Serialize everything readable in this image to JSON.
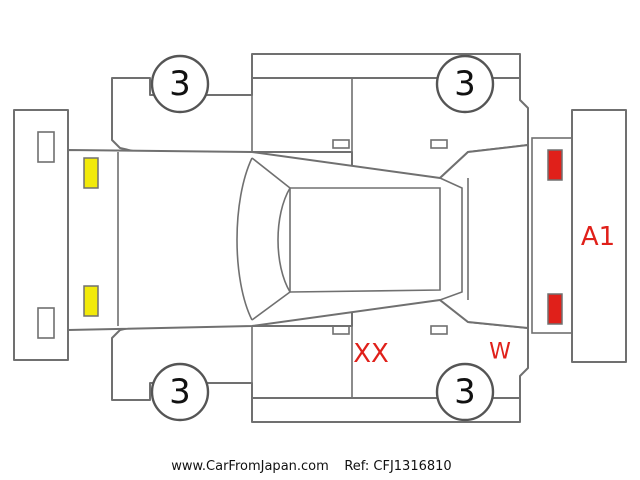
{
  "wheels": {
    "front_left": "3",
    "front_right": "3",
    "rear_left": "3",
    "rear_right": "3"
  },
  "damage": {
    "rear_bumper": "A1",
    "rear_left_door": "XX",
    "rear_left_quarter": "W"
  },
  "footer": {
    "site": "www.CarFromJapan.com",
    "ref": "Ref: CFJ1316810"
  },
  "colors": {
    "outline": "#707070",
    "marker_yellow": "#f2ea0a",
    "marker_red": "#e0201a",
    "text_red": "#e0201a"
  },
  "icons": [
    "headlight-marker-icon",
    "taillight-marker-icon"
  ]
}
